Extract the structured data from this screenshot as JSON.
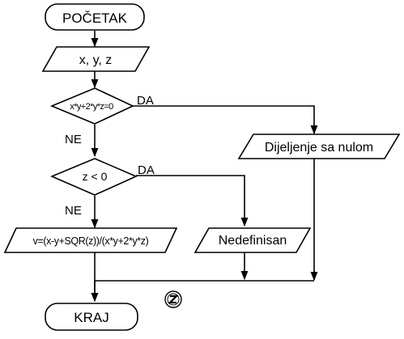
{
  "flowchart": {
    "start": "POČETAK",
    "input": "x, y, z",
    "decision1": "x*y+2*y*z=0",
    "decision1_yes": "DA",
    "decision1_no": "NE",
    "output_div": "Dijeljenje sa nulom",
    "decision2": "z < 0",
    "decision2_yes": "DA",
    "decision2_no": "NE",
    "compute": "v=(x-y+SQR(z))/(x*y+2*y*z)",
    "output_undef": "Nedefinisan",
    "end": "KRAJ"
  },
  "logo": {
    "icon": "logo-icon"
  }
}
